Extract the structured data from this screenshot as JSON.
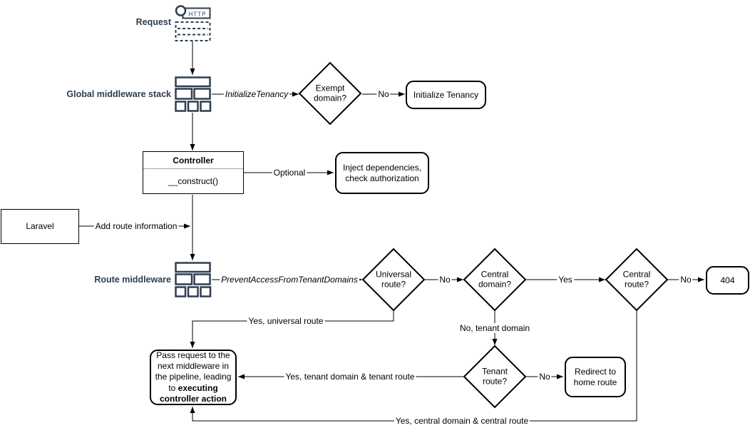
{
  "colors": {
    "navy": "#2E3E50",
    "line": "#000000",
    "background": "#FFFFFF",
    "divider_gray": "#A8A8A8"
  },
  "labels": {
    "request": "Request",
    "global_middleware_stack": "Global middleware stack",
    "route_middleware": "Route middleware"
  },
  "icons": {
    "http_badge": "HTTP"
  },
  "decisions": {
    "exempt_domain": "Exempt domain?",
    "universal_route": "Universal route?",
    "central_domain": "Central domain?",
    "central_route": "Central route?",
    "tenant_route": "Tenant route?"
  },
  "processes": {
    "initialize_tenancy": "Initialize Tenancy",
    "inject_dependencies": "Inject dependencies, check authorization",
    "not_found": "404",
    "redirect_home": "Redirect to home route",
    "pass_request_text": "Pass request to the next middleware in the pipeline, leading to ",
    "pass_request_bold": "executing controller action"
  },
  "controller": {
    "title": "Controller",
    "method": "__construct()"
  },
  "laravel": {
    "label": "Laravel"
  },
  "edge_labels": {
    "initialize_tenancy": "InitializeTenancy",
    "exempt_no": "No",
    "optional": "Optional",
    "add_route_information": "Add route information",
    "prevent_access": "PreventAccessFromTenantDomains",
    "universal_no": "No",
    "central_domain_yes": "Yes",
    "central_route_no": "No",
    "universal_yes": "Yes, universal route",
    "tenant_domain_no": "No, tenant domain",
    "tenant_yes": "Yes, tenant domain & tenant route",
    "tenant_route_no": "No",
    "central_yes": "Yes, central domain & central route"
  }
}
